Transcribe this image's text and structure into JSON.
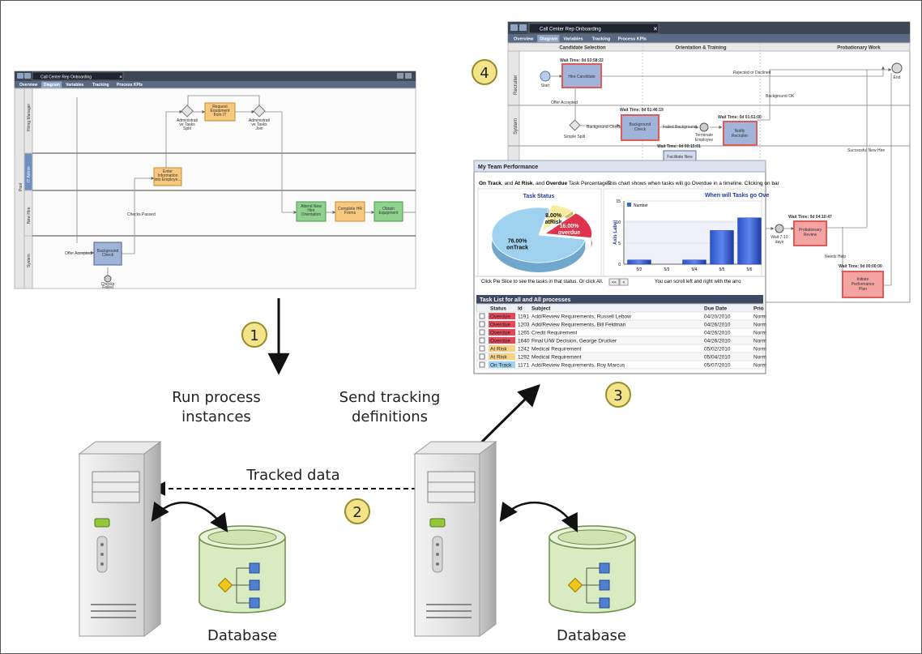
{
  "steps": {
    "run_process": [
      "Run process",
      "instances"
    ],
    "send_tracking": [
      "Send tracking",
      "definitions"
    ],
    "tracked_data": "Tracked data",
    "database_left": "Database",
    "database_right": "Database"
  },
  "badges": [
    "1",
    "2",
    "3",
    "4"
  ],
  "colors": {
    "badge_fill": "#f3e48a",
    "badge_stroke": "#9a8a2a",
    "db_fill": "#d9ebc0",
    "db_stroke": "#6c8f47",
    "task_orange": "#f7c87d",
    "task_green": "#8ed28e",
    "task_blue": "#9fb4d8",
    "task_red": "#f4a3a3",
    "header_dark": "#3d4756",
    "tab_bar": "#5a6a84"
  },
  "left_shot": {
    "window_title": "Call Center Rep Onboarding",
    "tabs": [
      "Overview",
      "Diagram",
      "Variables",
      "Tracking",
      "Process KPIs"
    ],
    "pool_label": "Pool",
    "lanes": [
      "Hiring Manager",
      "IT Admin",
      "New Hire",
      "System"
    ],
    "tasks": {
      "request_equipment": [
        "Request",
        "Equipment",
        "from IT"
      ],
      "enter_information": [
        "Enter",
        "Information",
        "into Employe..."
      ],
      "attend_orientation": [
        "Attend New",
        "Hire",
        "Orientation"
      ],
      "complete_forms": [
        "Complete HR",
        "Forms"
      ],
      "obtain_equipment": [
        "Obtain",
        "Equipment"
      ],
      "background_check": [
        "Background",
        "Check"
      ]
    },
    "gateways": {
      "split": [
        "Administrati",
        "ve Tasks",
        "Split"
      ],
      "join": [
        "Administrati",
        "ve Tasks",
        "Join"
      ]
    },
    "flows": {
      "checks_passed": "Checks Passed",
      "offer_accepted": "Offer Accepted",
      "checks_failed": [
        "Checks",
        "Failed"
      ]
    }
  },
  "right_shot": {
    "window_title": "Call Center Rep Onboarding",
    "tabs": [
      "Overview",
      "Diagram",
      "Variables",
      "Tracking",
      "Process KPIs"
    ],
    "phases": [
      "Candidate Selection",
      "Orientation & Training",
      "Probationary Work"
    ],
    "lanes": [
      "Recruiter",
      "System"
    ],
    "wait_times": {
      "hire_candidate": "Wait Time: 0d 03:58:22",
      "background_check": "Wait Time: 0d 01:46:19",
      "notify_recruiter": "Wait Time: 0d 01:51:00",
      "facilitate": "Wait Time: 0d 00:15:01",
      "probationary_review": "Wait Time: 0d 04:10:47",
      "initiate_plan": "Wait Time: 0d 00:00:00"
    },
    "tasks": {
      "hire_candidate": "Hire Candidate",
      "background_check": [
        "Background",
        "Check"
      ],
      "notify_recruiter": [
        "Notify",
        "Recruiter"
      ],
      "facilitate": "Facilitate New",
      "probationary_review": [
        "Probationary",
        "Review"
      ],
      "initiate_plan": [
        "Initiate",
        "Performance",
        "Plan"
      ]
    },
    "events": {
      "start": "Start",
      "end": "End",
      "terminate": [
        "Terminate",
        "Employee"
      ],
      "simple_split": "Simple Split",
      "wait": [
        "Wait 7-10",
        "days"
      ]
    },
    "flows": {
      "rejected": "Rejected or Declined",
      "offer_accepted": "Offer Accepted",
      "background_check": "Background Check",
      "failed_background": "Failed Background",
      "background_ok": "Background OK",
      "successful_new_hire": "Successful New Hire",
      "needs_help": "Needs Help"
    }
  },
  "team_performance": {
    "title": "My Team Performance",
    "intro": {
      "on_track": "On Track",
      "at_risk": "At Risk",
      "and": ", and ",
      "overdue": "Overdue",
      "rest": " Task Percentages."
    },
    "right_intro": "This chart shows when tasks will go Overdue in a timeline. Clicking on bar",
    "footer_left": "Click Pie Slice to see the tasks in that status. Or click All.",
    "footer_right": "You can scroll left and right with the arro",
    "scroll_buttons": [
      "<<",
      "<"
    ],
    "task_list_title": "Task List for all and All processes",
    "columns": [
      "Status",
      "Id",
      "Subject",
      "Due Date",
      "Prio"
    ],
    "rows": [
      {
        "status": "Overdue",
        "id": "1191",
        "subject": "Add/Review Requirements, Russell Lebow",
        "due": "04/20/2010",
        "prio": "Norm"
      },
      {
        "status": "Overdue",
        "id": "1203",
        "subject": "Add/Review Requirements, Bill Feldman",
        "due": "04/26/2010",
        "prio": "Norm"
      },
      {
        "status": "Overdue",
        "id": "1265",
        "subject": "Credit Requirement",
        "due": "04/26/2010",
        "prio": "Norm"
      },
      {
        "status": "Overdue",
        "id": "1640",
        "subject": "Final U/W Decision, George Drucker",
        "due": "04/26/2010",
        "prio": "Norm"
      },
      {
        "status": "At Risk",
        "id": "1242",
        "subject": "Medical Requirement",
        "due": "05/02/2010",
        "prio": "Norm"
      },
      {
        "status": "At Risk",
        "id": "1292",
        "subject": "Medical Requirement",
        "due": "05/04/2010",
        "prio": "Norm"
      },
      {
        "status": "On Track",
        "id": "1171",
        "subject": "Add/Review Requirements, Roy Marcus",
        "due": "05/07/2010",
        "prio": "Norm"
      }
    ]
  },
  "chart_data": [
    {
      "type": "pie",
      "title": "Task Status",
      "slices": [
        {
          "label": "onTrack",
          "value": 76.0,
          "text": "76.00%",
          "color": "#9fd2ef"
        },
        {
          "label": "atRisk",
          "value": 8.0,
          "text": "8.00%",
          "color": "#f6ee9c"
        },
        {
          "label": "overdue",
          "value": 16.0,
          "text": "16.00%",
          "color": "#e0334c"
        }
      ]
    },
    {
      "type": "bar",
      "title": "When will Tasks go Ove",
      "ylabel": "Axis Label",
      "legend": "Number",
      "categories": [
        "5/2",
        "5/3",
        "5/4",
        "5/5",
        "5/6"
      ],
      "values": [
        1,
        0,
        1,
        8,
        11
      ],
      "ylim": [
        0,
        15
      ],
      "yticks": [
        0,
        5,
        10,
        15
      ]
    }
  ]
}
